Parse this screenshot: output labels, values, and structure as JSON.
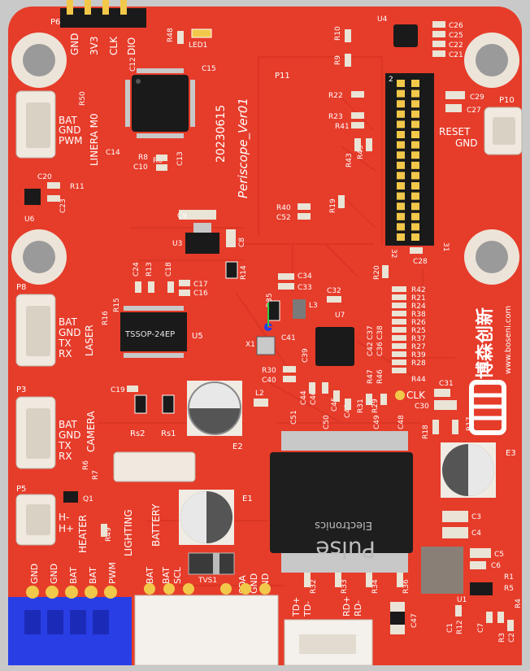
{
  "colors": {
    "pcb": "#e63c2a",
    "pcb_dark": "#c92e1f",
    "silk": "#ffffff",
    "gold": "#f2c84a",
    "blue_conn": "#2a3ee6",
    "bg": "#c9c9c9"
  },
  "board": {
    "version": "Periscope_Ver01",
    "date": "20230615",
    "brand_cn": "博森创新",
    "brand_url": "www.boseni.com",
    "pulse_main": "Pulse",
    "pulse_sub": "Electronics",
    "tssop": "TSSOP-24EP"
  },
  "connectors": {
    "p6": {
      "ref": "P6",
      "pins": [
        "GND",
        "3V3",
        "CLK",
        "DIO"
      ]
    },
    "linear": {
      "ref": "LINERA M0",
      "pins": [
        "BAT",
        "GND",
        "PWM"
      ]
    },
    "laser": {
      "ref": "P8",
      "title": "LASER",
      "pins": [
        "BAT",
        "GND",
        "TX",
        "RX"
      ]
    },
    "camera": {
      "ref": "P3",
      "title": "CAMERA",
      "pins": [
        "BAT",
        "GND",
        "TX",
        "RX"
      ]
    },
    "heater": {
      "ref": "P5",
      "title": "HEATER",
      "pins": [
        "H-",
        "H+"
      ]
    },
    "p10": {
      "ref": "P10",
      "pins": [
        "RESET",
        "GND"
      ]
    },
    "bottom_left": {
      "title": "LIGHTING",
      "pins": [
        "GND",
        "GND",
        "BAT",
        "BAT",
        "PWM"
      ]
    },
    "battery": {
      "title": "BATTERY",
      "pins": [
        "BAT",
        "BAT",
        "SCL",
        "SDA",
        "GND",
        "GND"
      ]
    },
    "eth": {
      "pins": [
        "TD+",
        "TD-",
        "RD+",
        "RD-"
      ]
    },
    "p11": {
      "ref": "P11",
      "pin_first": "2",
      "pin_last": "32",
      "pin_last_odd": "31"
    }
  },
  "labels": {
    "p48": "R48",
    "led1": "LED1",
    "c12": "C12",
    "c15": "C15",
    "r50": "R50",
    "c14": "C14",
    "r8": "R8",
    "c10": "C10",
    "r6": "R6",
    "c13": "C13",
    "c20": "C20",
    "r11": "R11",
    "c23": "C23",
    "u6": "U6",
    "c9": "C9",
    "u3": "U3",
    "c8": "C8",
    "r14": "R14",
    "c24": "C24",
    "r13": "R13",
    "c18": "C18",
    "c17": "C17",
    "c16": "C16",
    "r16": "R16",
    "r15": "R15",
    "u5": "U5",
    "c19": "C19",
    "rs2": "Rs2",
    "rs1": "Rs1",
    "e2": "E2",
    "l2": "L2",
    "r6b": "R6",
    "r7": "R7",
    "q1": "Q1",
    "r49": "R49",
    "e1": "E1",
    "tvs1": "TVS1",
    "r10": "R10",
    "r9": "R9",
    "u4": "U4",
    "c26": "C26",
    "c25": "C25",
    "c22": "C22",
    "c21": "C21",
    "r22": "R22",
    "r23": "R23",
    "r41": "R41",
    "r43": "R43",
    "r45": "R45",
    "c29": "C29",
    "c27": "C27",
    "r40": "R40",
    "c52": "C52",
    "r19": "R19",
    "c28": "C28",
    "r20": "R20",
    "c34": "C34",
    "c33": "C33",
    "c32": "C32",
    "l3": "L3",
    "u7": "U7",
    "r35": "R35",
    "x1": "X1",
    "c41": "C41",
    "c39": "C39",
    "r30": "R30",
    "c40": "C40",
    "c37": "C37",
    "c38": "C38",
    "c42": "C42",
    "c36": "C36",
    "r47": "R47",
    "r46": "R46",
    "c44": "C44",
    "c46": "C46",
    "c45": "C45",
    "r31": "R31",
    "c43": "C43",
    "r29": "R29",
    "c51": "C51",
    "c50": "C50",
    "c49": "C49",
    "c48": "C48",
    "clk": "CLK",
    "c30": "C30",
    "c31": "C31",
    "r18": "R18",
    "r17": "R17",
    "e3": "E3",
    "c3": "C3",
    "c4": "C4",
    "c5": "C5",
    "c6": "C6",
    "r1": "R1",
    "r5": "R5",
    "r4": "R4",
    "u1": "U1",
    "c1": "C1",
    "r12": "R12",
    "c7": "C7",
    "r3": "R3",
    "c2": "C2",
    "c47": "C47",
    "r32": "R32",
    "r33": "R33",
    "r34": "R34",
    "r36": "R36"
  },
  "r_column": [
    "R42",
    "R21",
    "R24",
    "R38",
    "R26",
    "R25",
    "R37",
    "R27",
    "R39",
    "R28",
    "R44"
  ]
}
